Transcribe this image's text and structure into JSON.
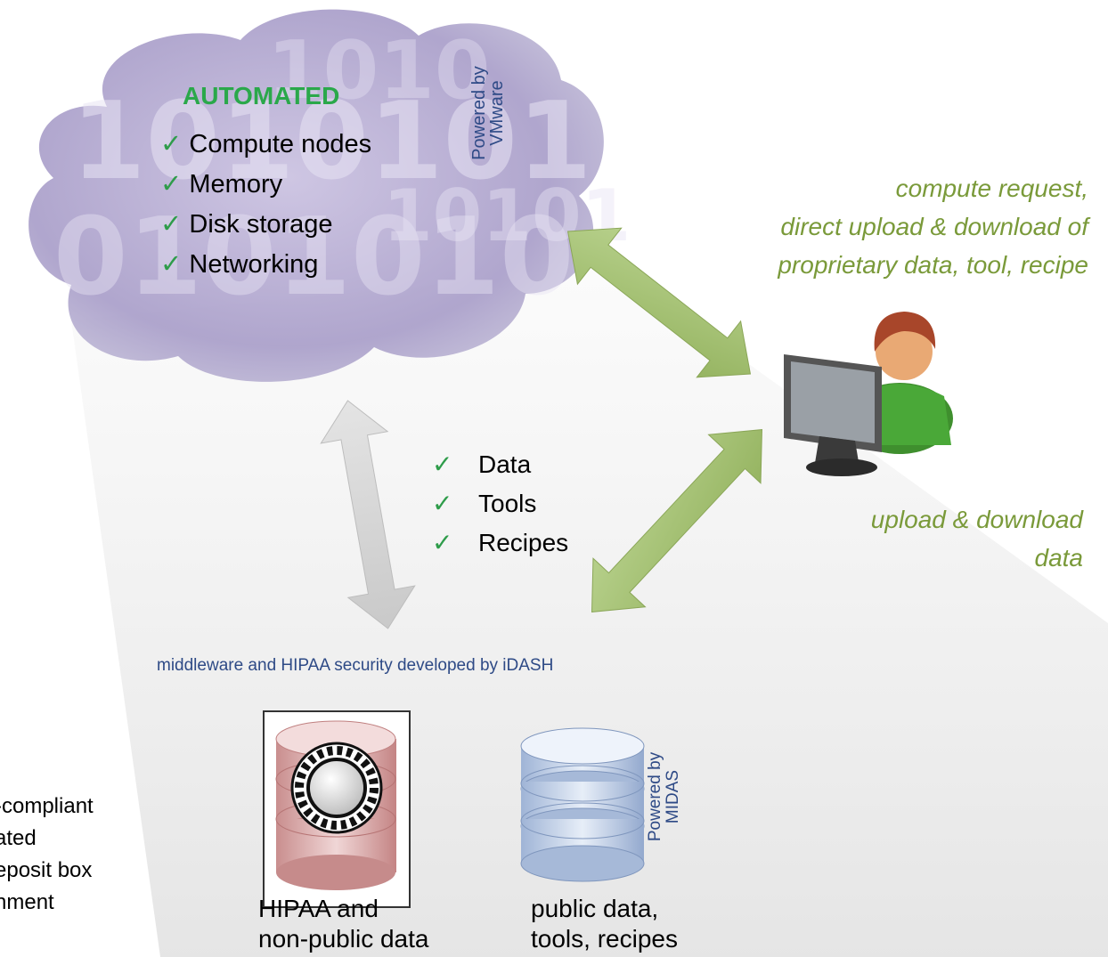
{
  "cloud": {
    "title": "AUTOMATED",
    "items": [
      "Compute nodes",
      "Memory",
      "Disk storage",
      "Networking"
    ],
    "powered_by": [
      "Powered by",
      "VMware"
    ],
    "binary_text": "1010101 0101010 1010101 0101010 1010101"
  },
  "check_glyph": "✓",
  "right_note_top": [
    "compute request,",
    "direct upload & download of",
    "proprietary data, tool, recipe"
  ],
  "right_note_bottom": [
    "upload & download",
    "data"
  ],
  "middle_list": [
    "Data",
    "Tools",
    "Recipes"
  ],
  "middleware_label": "middleware and HIPAA security developed by iDASH",
  "hipaa_store": {
    "label": [
      "HIPAA and",
      "non-public data"
    ]
  },
  "public_store": {
    "label": [
      "public data,",
      "tools, recipes"
    ],
    "powered_by": [
      "Powered by",
      "MIDAS"
    ]
  },
  "left_text": [
    "-compliant",
    "ated",
    "eposit box",
    "nment"
  ],
  "colors": {
    "accent_green": "#2aa84a",
    "note_green": "#7a9a3a",
    "arrow_green": "#a9c47a",
    "blue_text": "#2e4a86"
  },
  "icons": [
    "cloud-icon",
    "user-at-computer-icon",
    "database-red-icon",
    "database-blue-icon",
    "lock-dial-icon"
  ]
}
